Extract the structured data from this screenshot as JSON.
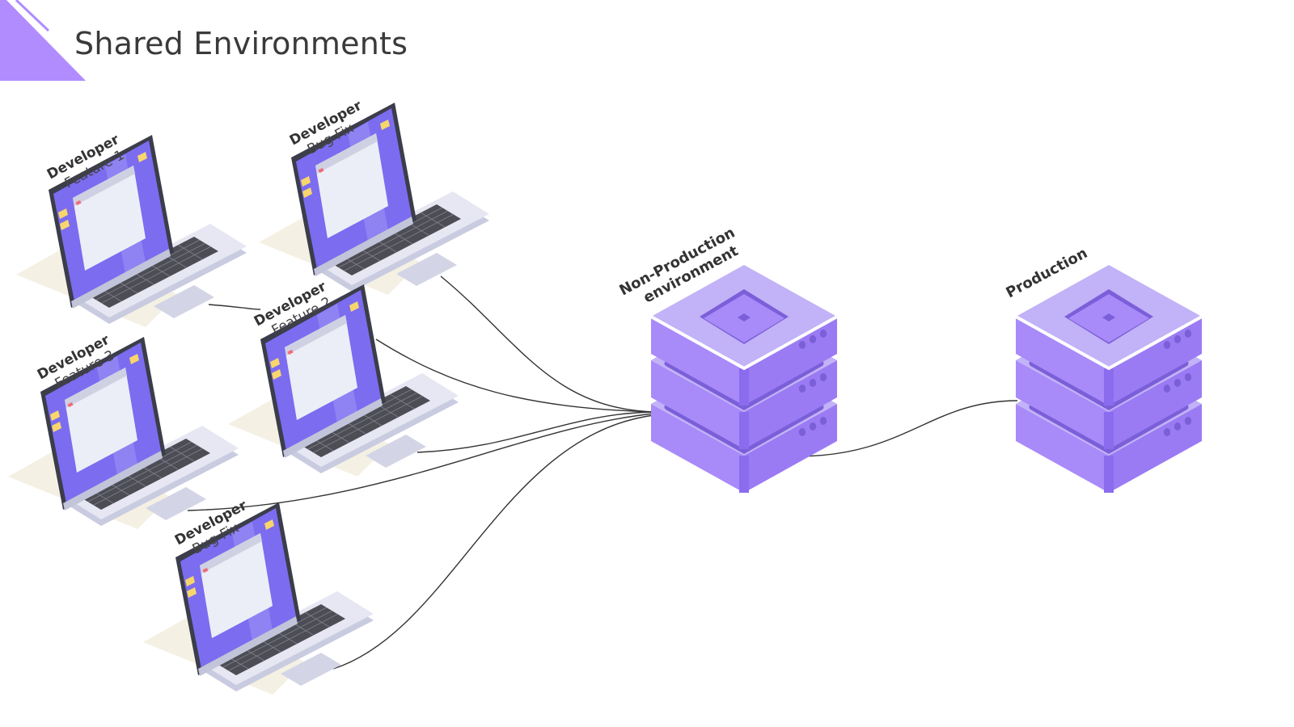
{
  "slide": {
    "title": "Shared Environments",
    "accent_color": "#b18cff"
  },
  "developers": [
    {
      "id": "dev-feature-1",
      "role": "Developer",
      "task": "Feature 1"
    },
    {
      "id": "dev-bug-fix-top",
      "role": "Developer",
      "task": "Bug Fix"
    },
    {
      "id": "dev-feature-2",
      "role": "Developer",
      "task": "Feature 2"
    },
    {
      "id": "dev-feature-3",
      "role": "Developer",
      "task": "Feature 3"
    },
    {
      "id": "dev-bug-fix-bottom",
      "role": "Developer",
      "task": "Bug Fix"
    }
  ],
  "environments": [
    {
      "id": "non-production",
      "line1": "Non-Production",
      "line2": "environment"
    },
    {
      "id": "production",
      "line1": "Production",
      "line2": ""
    }
  ],
  "connections": [
    {
      "from": "dev-feature-1",
      "to": "non-production"
    },
    {
      "from": "dev-bug-fix-top",
      "to": "non-production"
    },
    {
      "from": "dev-feature-2",
      "to": "non-production"
    },
    {
      "from": "dev-feature-3",
      "to": "non-production"
    },
    {
      "from": "dev-bug-fix-bottom",
      "to": "non-production"
    },
    {
      "from": "non-production",
      "to": "production"
    }
  ],
  "colors": {
    "server_top": "#c2b2f7",
    "server_side_left": "#a98af9",
    "server_side_right": "#9b7bf3",
    "server_dark": "#7b5fd9",
    "laptop_screen": "#7c6cf0",
    "laptop_body": "#e6e7f2",
    "folder": "#f8d66b",
    "shadow": "#f4f1e4",
    "line": "#333333"
  }
}
